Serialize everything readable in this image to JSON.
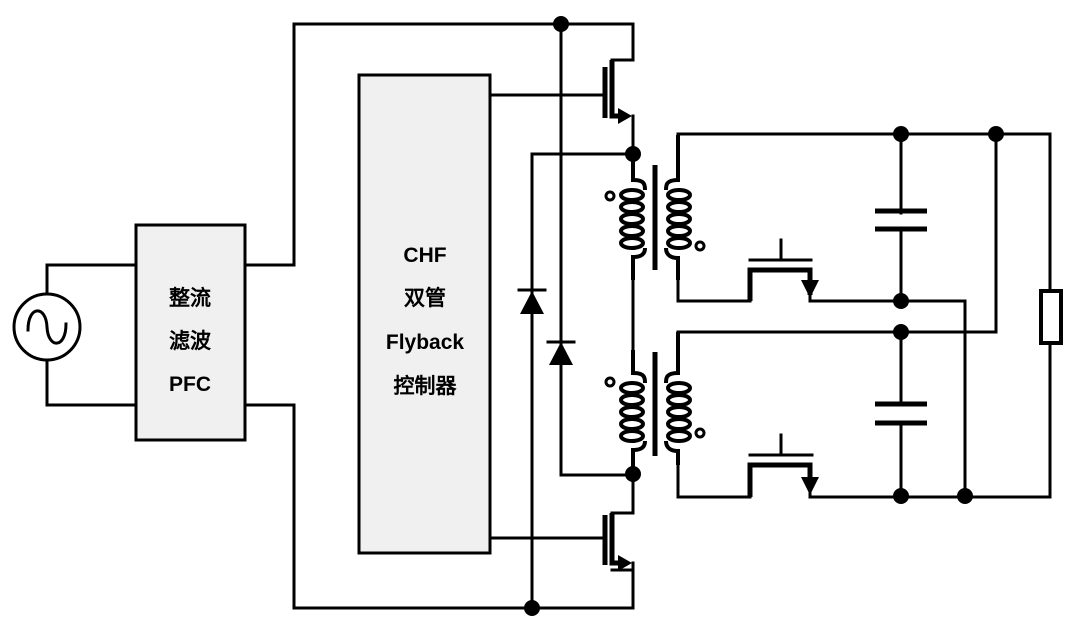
{
  "diagram": {
    "title": "CHF dual-switch flyback converter block/circuit diagram",
    "blocks": {
      "pfc": {
        "lines": [
          "整流",
          "滤波",
          "PFC"
        ]
      },
      "controller": {
        "lines": [
          "CHF",
          "双管",
          "Flyback",
          "控制器"
        ]
      }
    },
    "components": {
      "source": "AC voltage source",
      "switches_primary": [
        "top MOSFET",
        "bottom MOSFET"
      ],
      "diodes": [
        "clamp diode 1",
        "clamp diode 2"
      ],
      "transformers": [
        "transformer 1",
        "transformer 2"
      ],
      "switches_secondary": [
        "sync rectifier 1",
        "sync rectifier 2"
      ],
      "capacitors": [
        "output capacitor 1",
        "output capacitor 2"
      ],
      "load": "load resistor"
    }
  }
}
